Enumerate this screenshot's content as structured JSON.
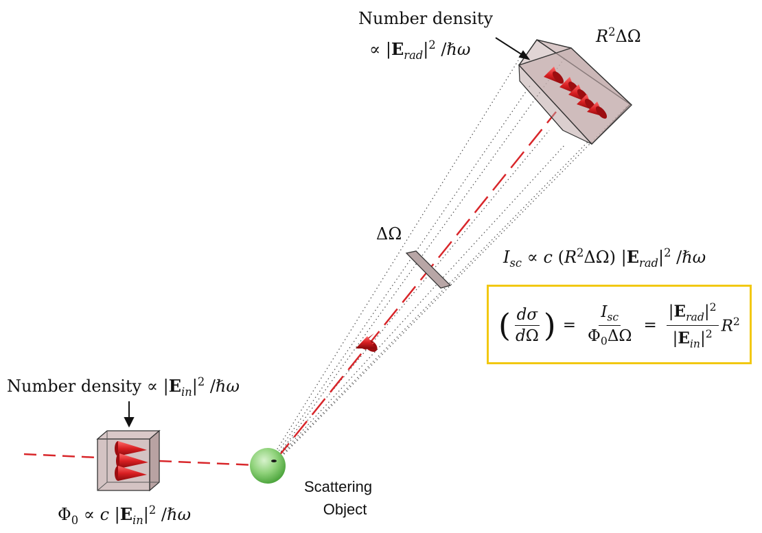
{
  "labels": {
    "number_density_top": "Number density",
    "number_density_top_prop": "∝ |E_rad|² / ℏω",
    "r2_delta_omega": "R²ΔΩ",
    "delta_omega": "ΔΩ",
    "isc_relation": "I_sc ∝ c (R²ΔΩ) |E_rad|² / ℏω",
    "number_density_in": "Number density ∝ |E_in|² / ℏω",
    "phi0_relation": "Φ₀ ∝ c |E_in|² / ℏω",
    "scattering_object_line1": "Scattering",
    "scattering_object_line2": "Object"
  },
  "formula": {
    "text": "(dσ/dΩ) = I_sc / (Φ₀ΔΩ) = |E_rad|² / |E_in|² R²",
    "border_color": "#f2c811"
  },
  "colors": {
    "beam": "#d8262a",
    "cone": "#d81f22",
    "cube_fill": "#c9b3b3",
    "sphere": "#7fcf6a",
    "rays": "#555555"
  }
}
